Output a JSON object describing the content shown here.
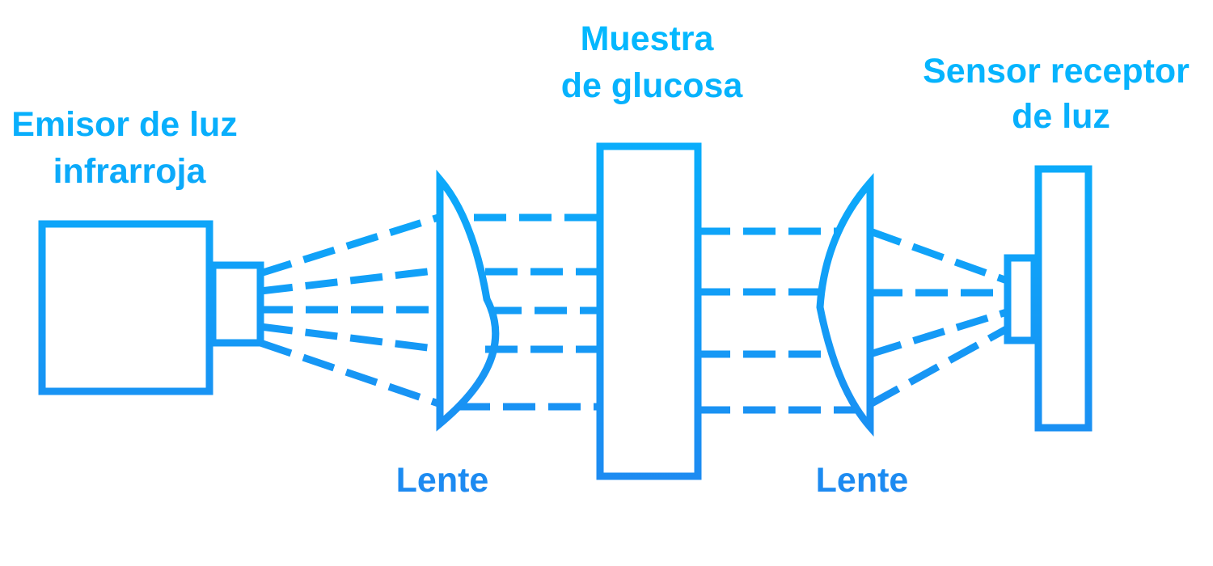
{
  "labels": {
    "emitter": [
      "Emisor de luz",
      "infrarroja"
    ],
    "sample": [
      "Muestra",
      "de glucosa"
    ],
    "sensor": [
      "Sensor receptor",
      "de luz"
    ],
    "lens_left": "Lente",
    "lens_right": "Lente"
  },
  "colors": {
    "gradient_start": "#03b9ff",
    "gradient_end": "#1f87f0"
  }
}
